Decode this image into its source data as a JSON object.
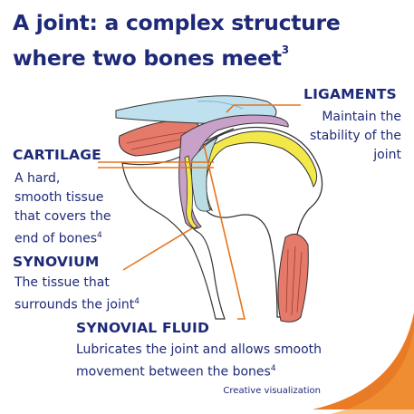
{
  "title": {
    "line1": "A joint: a complex structure",
    "line2": "where two bones meet",
    "ref": "3"
  },
  "labels": {
    "ligaments": {
      "heading": "LIGAMENTS",
      "desc_lines": [
        "Maintain the",
        "stability of the",
        "joint"
      ]
    },
    "cartilage": {
      "heading": "CARTILAGE",
      "desc_lines": [
        "A hard,",
        "smooth tissue",
        "that covers the",
        "end of bones"
      ],
      "ref": "4"
    },
    "synovium": {
      "heading": "SYNOVIUM",
      "desc_lines": [
        "The tissue that",
        "surrounds the joint"
      ],
      "ref": "4"
    },
    "synovial_fluid": {
      "heading": "SYNOVIAL FLUID",
      "desc_lines": [
        "Lubricates the joint and allows smooth",
        "movement between the bones"
      ],
      "ref": "4"
    }
  },
  "footnote": "Creative visualization",
  "colors": {
    "heading": "#1e2a78",
    "leader_line": "#e8731a",
    "corner_arc": "#e8731a",
    "cartilage": "#f2e84a",
    "synovium": "#c9a0c8",
    "fluid": "#b9dde2",
    "ligament": "#bfe1ef",
    "muscle": "#e57a6a",
    "bone_fill": "#ffffff"
  }
}
